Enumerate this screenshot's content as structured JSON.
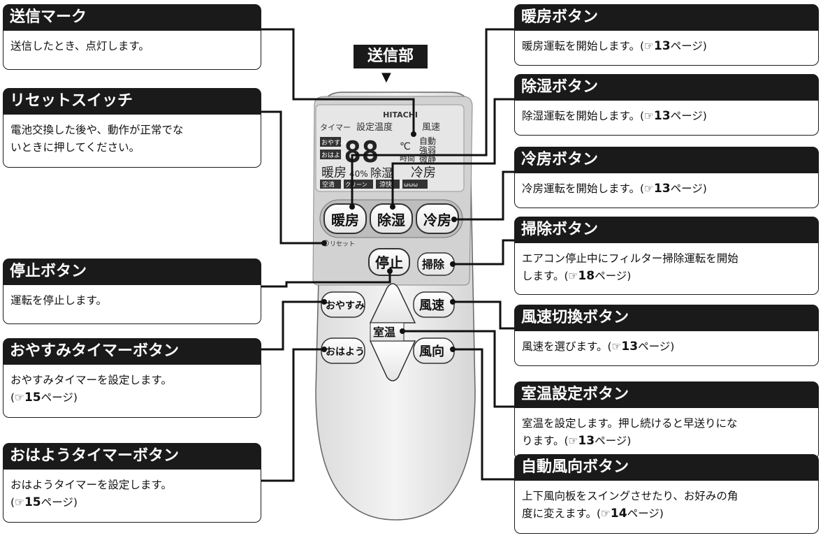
{
  "transmitter": {
    "label": "送信部",
    "arrow": "▼"
  },
  "remote": {
    "brand": "HITACHI",
    "lcd": {
      "header": {
        "timer": "タイマー",
        "set_temp": "設定温度",
        "fan_speed": "風速"
      },
      "left_tags": {
        "oyasumi": "おやすみ",
        "ohayou": "おはよう"
      },
      "digits": "88",
      "unit": "℃",
      "hour": "時間",
      "fan_modes": {
        "auto": "自動",
        "strong": "強弱",
        "quiet": "微静"
      },
      "modes": {
        "heat": "暖房",
        "humidity": "40%",
        "dehumid": "除湿",
        "cool": "冷房"
      },
      "bottom_tags": [
        "空清",
        "クリーン",
        "涼快",
        "ωωω"
      ]
    },
    "buttons": {
      "heat": "暖房",
      "dehumid": "除湿",
      "cool": "冷房",
      "reset": "リセット",
      "stop": "停止",
      "clean": "掃除",
      "oyasumi": "おやすみ",
      "fan_speed": "風速",
      "room_temp": "室温",
      "ohayou": "おはよう",
      "fan_direction": "風向"
    }
  },
  "callouts": {
    "send_mark": {
      "title": "送信マーク",
      "body": "送信したとき、点灯します。"
    },
    "reset_switch": {
      "title": "リセットスイッチ",
      "line1": "電池交換した後や、動作が正常でな",
      "line2": "いときに押してください。"
    },
    "stop_button": {
      "title": "停止ボタン",
      "body": "運転を停止します。"
    },
    "oyasumi_timer": {
      "title": "おやすみタイマーボタン",
      "line1": "おやすみタイマーを設定します。",
      "ref_open": "(",
      "ref_icon": "☞",
      "ref_page": "15",
      "ref_suffix": "ページ)"
    },
    "ohayou_timer": {
      "title": "おはようタイマーボタン",
      "line1": "おはようタイマーを設定します。",
      "ref_open": "(",
      "ref_icon": "☞",
      "ref_page": "15",
      "ref_suffix": "ページ)"
    },
    "heat_button": {
      "title": "暖房ボタン",
      "line1": "暖房運転を開始します。(",
      "ref_icon": "☞",
      "ref_page": "13",
      "ref_suffix": "ページ)"
    },
    "dehumid_button": {
      "title": "除湿ボタン",
      "line1": "除湿運転を開始します。(",
      "ref_icon": "☞",
      "ref_page": "13",
      "ref_suffix": "ページ)"
    },
    "cool_button": {
      "title": "冷房ボタン",
      "line1": "冷房運転を開始します。(",
      "ref_icon": "☞",
      "ref_page": "13",
      "ref_suffix": "ページ)"
    },
    "clean_button": {
      "title": "掃除ボタン",
      "line1": "エアコン停止中にフィルター掃除運転を開始",
      "line2": "します。(",
      "ref_icon": "☞",
      "ref_page": "18",
      "ref_suffix": "ページ)"
    },
    "fan_speed_button": {
      "title": "風速切換ボタン",
      "line1": "風速を選びます。(",
      "ref_icon": "☞",
      "ref_page": "13",
      "ref_suffix": "ページ)"
    },
    "room_temp_button": {
      "title": "室温設定ボタン",
      "line1": "室温を設定します。押し続けると早送りにな",
      "line2": "ります。(",
      "ref_icon": "☞",
      "ref_page": "13",
      "ref_suffix": "ページ)"
    },
    "auto_direction_button": {
      "title": "自動風向ボタン",
      "line1": "上下風向板をスイングさせたり、お好みの角",
      "line2": "度に変えます。(",
      "ref_icon": "☞",
      "ref_page": "14",
      "ref_suffix": "ページ)"
    }
  }
}
